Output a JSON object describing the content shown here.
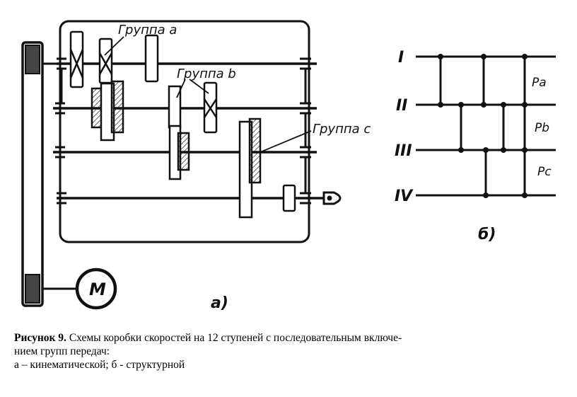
{
  "labels": {
    "group_a": "Группа a",
    "group_b": "Группа b",
    "group_c": "Группа c",
    "motor": "M",
    "sub_a": "а)",
    "sub_b": "б)"
  },
  "structural": {
    "shafts": [
      "I",
      "II",
      "III",
      "IV"
    ],
    "ratios": [
      "Pa",
      "Pb",
      "Pc"
    ]
  },
  "caption": {
    "figure_label": "Рисунок 9.",
    "line1": "Схемы коробки скоростей на 12 ступеней с последовательным включе-",
    "line2": "нием групп передач:",
    "line3": "а – кинематической; б - структурной"
  }
}
